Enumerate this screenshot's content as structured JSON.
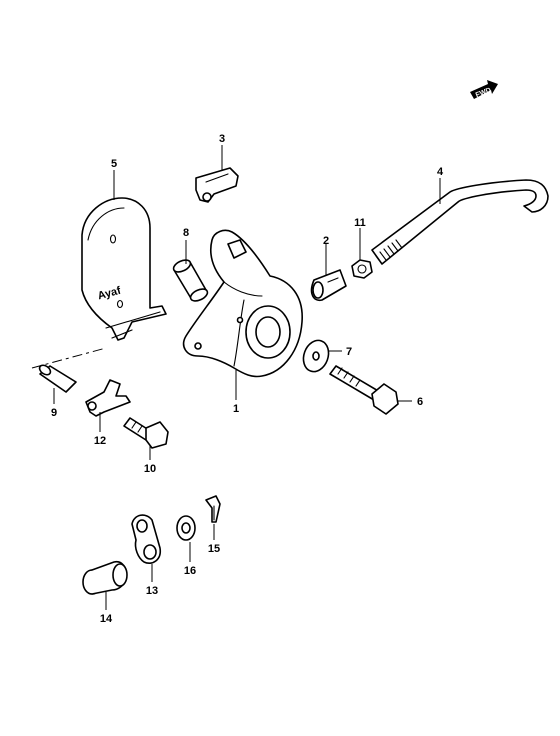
{
  "forward_badge": {
    "label": "FWD"
  },
  "stamp_text": "Ayaf",
  "callouts": [
    {
      "id": "1",
      "label": "1"
    },
    {
      "id": "2",
      "label": "2"
    },
    {
      "id": "3",
      "label": "3"
    },
    {
      "id": "4",
      "label": "4"
    },
    {
      "id": "5",
      "label": "5"
    },
    {
      "id": "6",
      "label": "6"
    },
    {
      "id": "7",
      "label": "7"
    },
    {
      "id": "8",
      "label": "8"
    },
    {
      "id": "9",
      "label": "9"
    },
    {
      "id": "10",
      "label": "10"
    },
    {
      "id": "11",
      "label": "11"
    },
    {
      "id": "12",
      "label": "12"
    },
    {
      "id": "13",
      "label": "13"
    },
    {
      "id": "14",
      "label": "14"
    },
    {
      "id": "15",
      "label": "15"
    },
    {
      "id": "16",
      "label": "16"
    }
  ]
}
